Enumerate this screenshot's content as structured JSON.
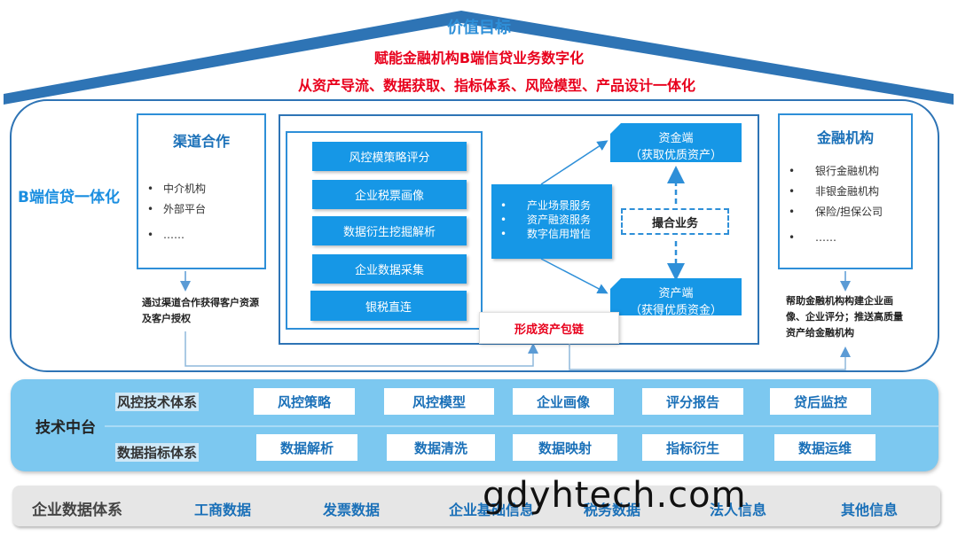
{
  "roof": {
    "title": "价值目标",
    "subtitle1": "赋能金融机构B端信贷业务数字化",
    "subtitle2": "从资产导流、数据获取、指标体系、风险模型、产品设计一体化"
  },
  "main": {
    "label": "B端信贷一体化",
    "channel": {
      "title": "渠道合作",
      "items": [
        "中介机构",
        "外部平台",
        "……"
      ],
      "note": "通过渠道合作获得客户资源及客户授权"
    },
    "modules": [
      "风控模策略评分",
      "企业税票画像",
      "数据衍生挖掘解析",
      "企业数据采集",
      "银税直连"
    ],
    "services": [
      "产业场景服务",
      "资产融资服务",
      "数字信用增信"
    ],
    "fund_side": {
      "title": "资金端",
      "sub": "（获取优质资产）"
    },
    "asset_side": {
      "title": "资产端",
      "sub": "（获得优质资金）"
    },
    "match": "撮合业务",
    "chain": "形成资产包链",
    "finance": {
      "title": "金融机构",
      "items": [
        "银行金融机构",
        "非银金融机构",
        "保险/担保公司",
        "……"
      ],
      "note": "帮助金融机构构建企业画像、企业评分；推送高质量资产给金融机构"
    }
  },
  "tech": {
    "label": "技术中台",
    "row1_label": "风控技术体系",
    "row1": [
      "风控策略",
      "风控模型",
      "企业画像",
      "评分报告",
      "贷后监控"
    ],
    "row2_label": "数据指标体系",
    "row2": [
      "数据解析",
      "数据清洗",
      "数据映射",
      "指标衍生",
      "数据运维"
    ]
  },
  "data_sys": {
    "label": "企业数据体系",
    "items": [
      "工商数据",
      "发票数据",
      "企业基础信息",
      "税务数据",
      "法人信息",
      "其他信息"
    ]
  },
  "watermark": "gdyhtech.com",
  "colors": {
    "blue": "#1697e6",
    "dark_blue": "#1a70b8",
    "red": "#e8001c",
    "roof": "#2e74b5",
    "tech_bg": "#7cc8f0"
  }
}
